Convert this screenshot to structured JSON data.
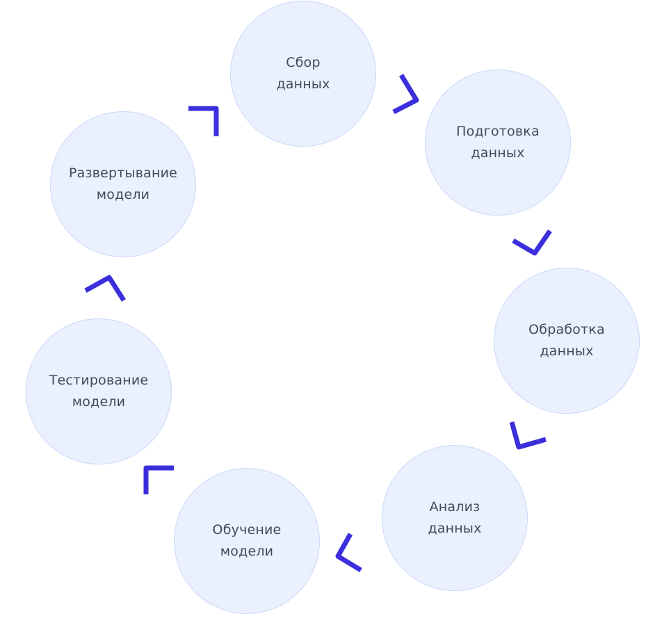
{
  "diagram": {
    "type": "cycle",
    "accent_color": "#3a2fdb",
    "node_fill": "#eaf0fd",
    "node_border": "#c9d7fb",
    "text_color": "#3f4a5c",
    "nodes": [
      {
        "id": "collect",
        "label": "Сбор\nданных"
      },
      {
        "id": "prepare",
        "label": "Подготовка\nданных"
      },
      {
        "id": "process",
        "label": "Обработка\nданных"
      },
      {
        "id": "analyze",
        "label": "Анализ\nданных"
      },
      {
        "id": "train",
        "label": "Обучение\nмодели"
      },
      {
        "id": "test",
        "label": "Тестирование\nмодели"
      },
      {
        "id": "deploy",
        "label": "Развертывание\nмодели"
      }
    ],
    "edges": [
      {
        "from": "collect",
        "to": "prepare"
      },
      {
        "from": "prepare",
        "to": "process"
      },
      {
        "from": "process",
        "to": "analyze"
      },
      {
        "from": "analyze",
        "to": "train"
      },
      {
        "from": "train",
        "to": "test"
      },
      {
        "from": "test",
        "to": "deploy"
      },
      {
        "from": "deploy",
        "to": "collect"
      }
    ]
  }
}
